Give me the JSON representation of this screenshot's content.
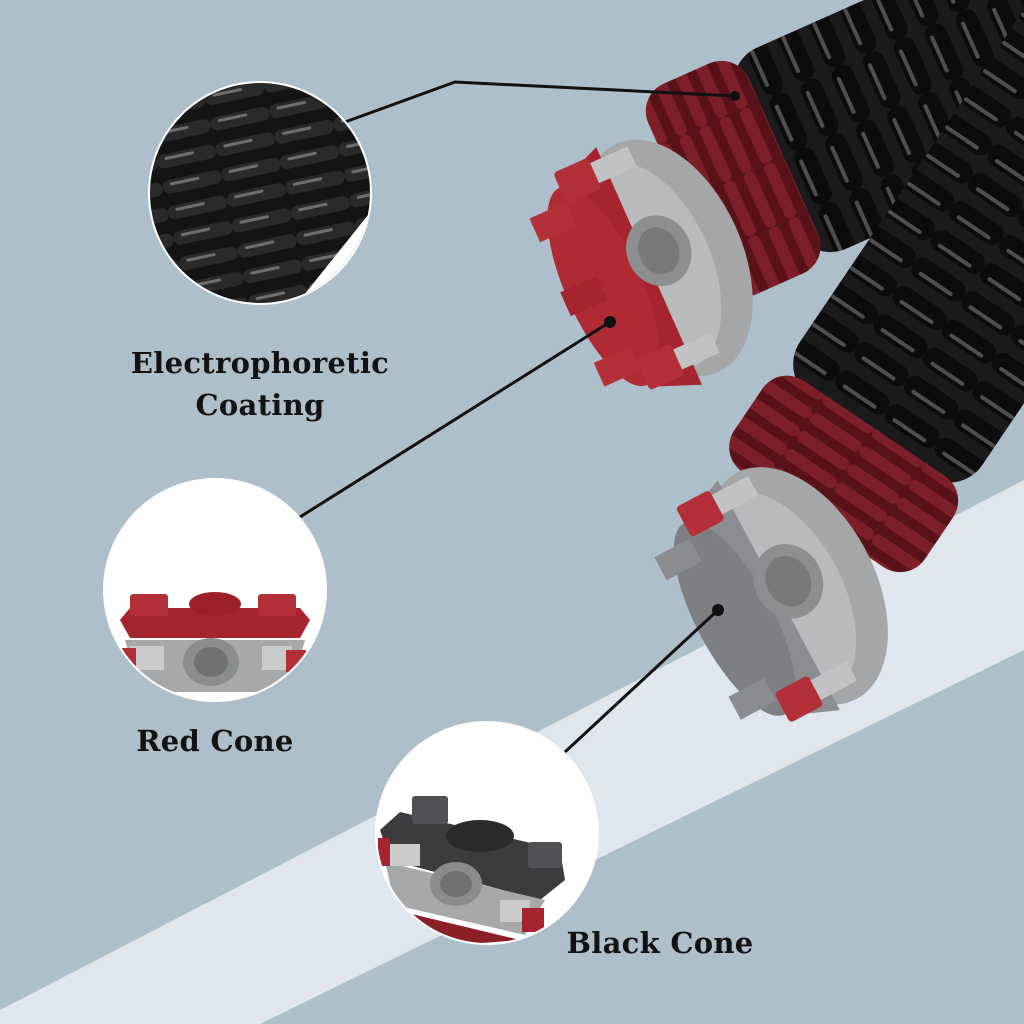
{
  "labels": {
    "coating_line1": "Electrophoretic",
    "coating_line2": "Coating",
    "red_cone": "Red Cone",
    "black_cone": "Black Cone"
  },
  "colors": {
    "background": "#aebfcc",
    "light_band": "#dfe6ee",
    "spring_black": "#1a1a1a",
    "spring_red": "#6b1b22",
    "cone_red": "#b02a33",
    "cone_silver": "#a9abad",
    "label_text": "#121212"
  }
}
